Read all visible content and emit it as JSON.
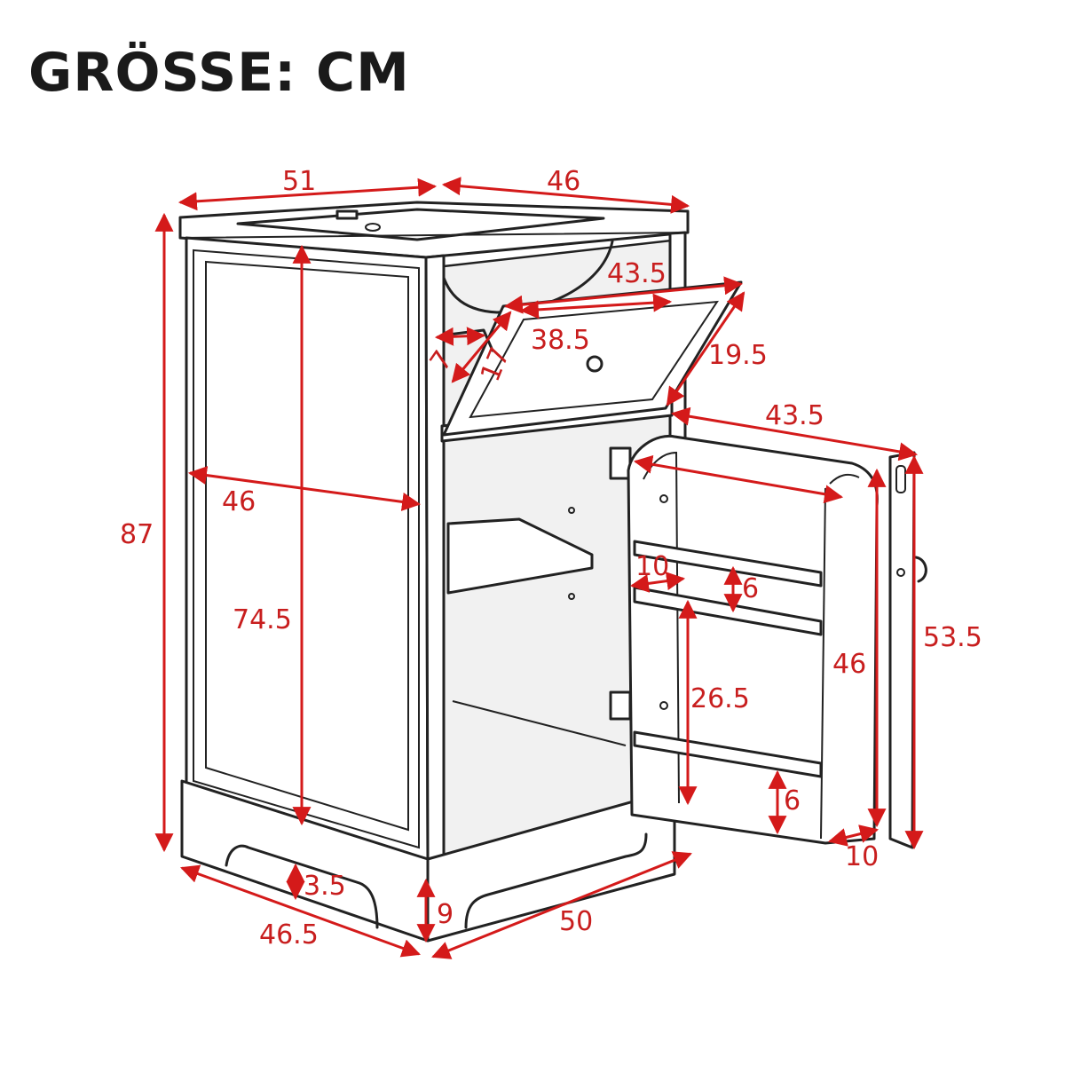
{
  "title": "GRÖSSE: CM",
  "colors": {
    "dimension": "#d41a1a",
    "outline": "#222222",
    "background": "#ffffff"
  },
  "dimensions": {
    "top_width": "51",
    "top_depth": "46",
    "height_total": "87",
    "side_depth": "46",
    "side_panel_height": "74.5",
    "drawer_width_outer": "43.5",
    "drawer_width_inner": "38.5",
    "drawer_height": "19.5",
    "drawer_depth": "17",
    "drawer_side": "7",
    "door_width": "43.5",
    "door_rail_depth": "10",
    "rail_gap_top": "6",
    "door_height": "46",
    "door_height_total": "53.5",
    "door_rail_span": "26.5",
    "rail_gap_bottom": "6",
    "door_thickness": "10",
    "base_depth": "46.5",
    "base_cutout": "3.5",
    "base_height": "9",
    "base_width": "50"
  }
}
